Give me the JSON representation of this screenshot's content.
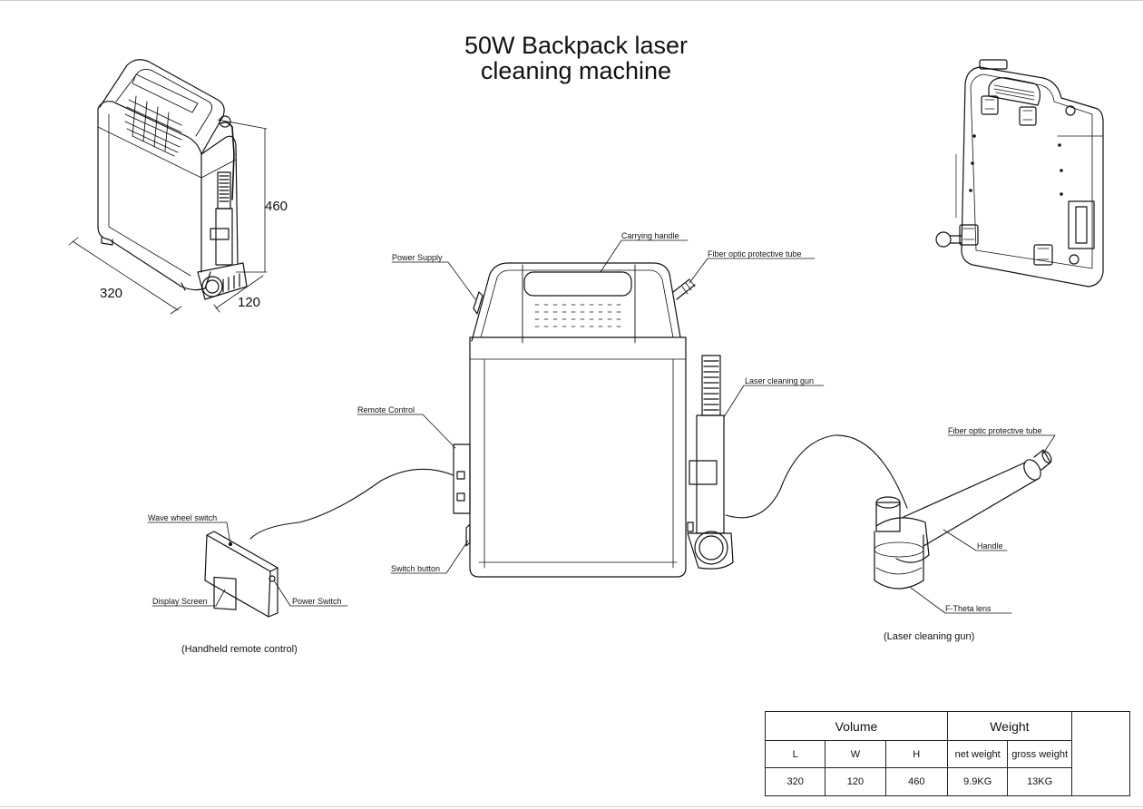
{
  "title": {
    "line1": "50W Backpack laser",
    "line2": "cleaning machine"
  },
  "dimensions": {
    "height": "460",
    "length": "320",
    "width": "120"
  },
  "callouts": {
    "power_supply": "Power Supply",
    "carrying_handle": "Carrying handle",
    "fiber_tube_main": "Fiber optic protective tube",
    "laser_gun": "Laser cleaning gun",
    "remote_control": "Remote Control",
    "switch_button": "Switch button",
    "wave_wheel_switch": "Wave wheel switch",
    "display_screen": "Display Screen",
    "power_switch": "Power Switch",
    "fiber_tube_gun": "Fiber optic protective tube",
    "handle": "Handle",
    "f_theta_lens": "F-Theta lens"
  },
  "captions": {
    "remote": "(Handheld remote control)",
    "gun": "(Laser cleaning gun)"
  },
  "spec_table": {
    "volume_header": "Volume",
    "weight_header": "Weight",
    "col_l": "L",
    "col_w": "W",
    "col_h": "H",
    "col_net": "net weight",
    "col_gross": "gross weight",
    "val_l": "320",
    "val_w": "120",
    "val_h": "460",
    "val_net": "9.9KG",
    "val_gross": "13KG"
  }
}
